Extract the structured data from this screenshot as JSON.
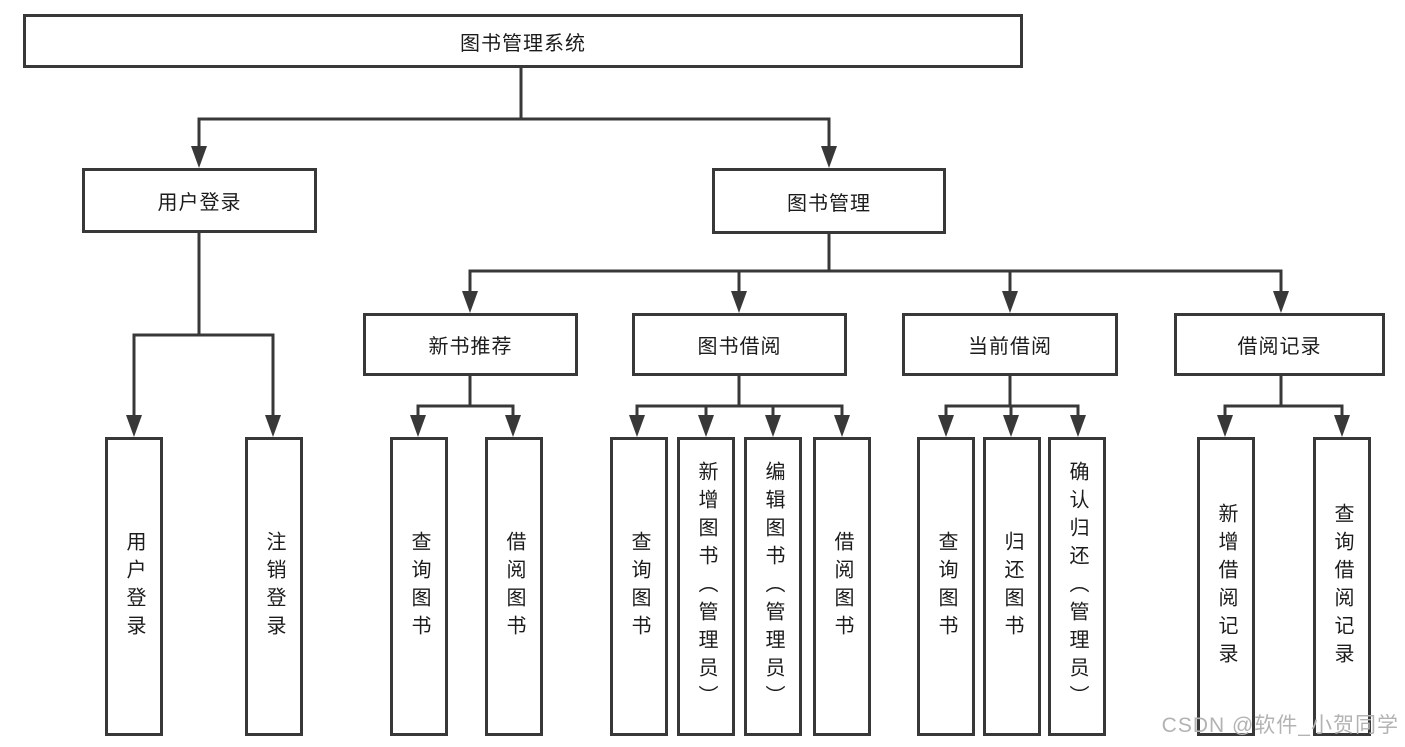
{
  "nodes": {
    "root": {
      "label": "图书管理系统"
    },
    "level2": [
      {
        "label": "用户登录"
      },
      {
        "label": "图书管理"
      }
    ],
    "level3": [
      {
        "label": "新书推荐",
        "parent": "图书管理"
      },
      {
        "label": "图书借阅",
        "parent": "图书管理"
      },
      {
        "label": "当前借阅",
        "parent": "图书管理"
      },
      {
        "label": "借阅记录",
        "parent": "图书管理"
      }
    ],
    "leaves": [
      {
        "label": "用户登录",
        "parent": "用户登录"
      },
      {
        "label": "注销登录",
        "parent": "用户登录"
      },
      {
        "label": "查询图书",
        "parent": "新书推荐"
      },
      {
        "label": "借阅图书",
        "parent": "新书推荐"
      },
      {
        "label": "查询图书",
        "parent": "图书借阅"
      },
      {
        "label": "新增图书（管理员）",
        "parent": "图书借阅"
      },
      {
        "label": "编辑图书（管理员）",
        "parent": "图书借阅"
      },
      {
        "label": "借阅图书",
        "parent": "图书借阅"
      },
      {
        "label": "查询图书",
        "parent": "当前借阅"
      },
      {
        "label": "归还图书",
        "parent": "当前借阅"
      },
      {
        "label": "确认归还（管理员）",
        "parent": "当前借阅"
      },
      {
        "label": "新增借阅记录",
        "parent": "借阅记录"
      },
      {
        "label": "查询借阅记录",
        "parent": "借阅记录"
      }
    ]
  },
  "watermark": {
    "text": "CSDN @软件_小贺同学"
  },
  "colors": {
    "line": "#383838",
    "text": "#1c1c1c",
    "watermark": "#b3b3b3",
    "background": "#ffffff"
  }
}
